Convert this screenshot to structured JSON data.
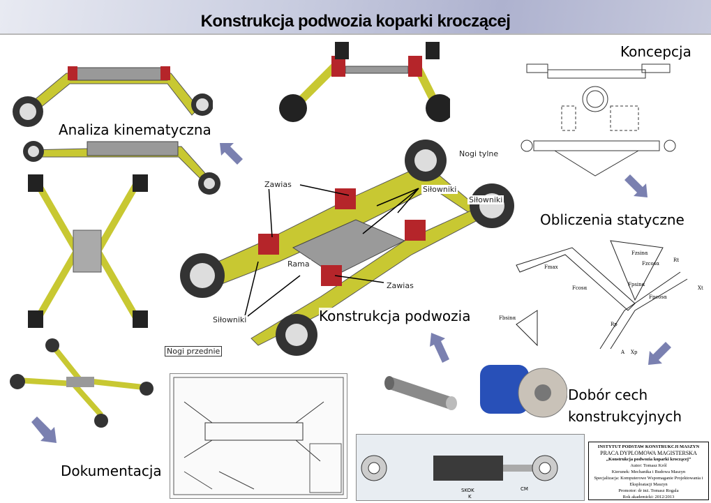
{
  "title": "Konstrukcja podwozia koparki kroczącej",
  "sections": {
    "koncepcja": "Koncepcja",
    "analiza": "Analiza kinematyczna",
    "obliczenia": "Obliczenia statyczne",
    "konstrukcja": "Konstrukcja podwozia",
    "dobor_line1": "Dobór cech",
    "dobor_line2": "konstrukcyjnych",
    "dokumentacja": "Dokumentacja"
  },
  "callouts": {
    "nogi_tylne": "Nogi tylne",
    "zawias_top": "Zawias",
    "silowniki_1": "Siłowniki",
    "silowniki_2": "Siłowniki",
    "rama": "Rama",
    "zawias_bottom": "Zawias",
    "silowniki_3": "Siłowniki",
    "nogi_przednie": "Nogi przednie"
  },
  "info": {
    "institute": "INSTYTUT PODSTAW KONSTRUKCJI MASZYN",
    "type": "PRACA DYPLOMOWA MAGISTERSKA",
    "thesis": "„Konstrukcja podwozia koparki kroczącej”",
    "author": "Autor: Tomasz Król",
    "field": "Kierunek: Mechanika i Budowa Maszyn",
    "specialization": "Specjalizacja: Komputerowe Wspomaganie Projektowania i Eksploatacji Maszyn",
    "promoter": "Promotor: dr inż. Tomasz Rogala",
    "year": "Rok akademicki: 2012/2013"
  },
  "colors": {
    "arrow": "#7a80b0",
    "leg": "#c8c832",
    "joint": "#b5252a",
    "frame": "#9a9a9a"
  }
}
